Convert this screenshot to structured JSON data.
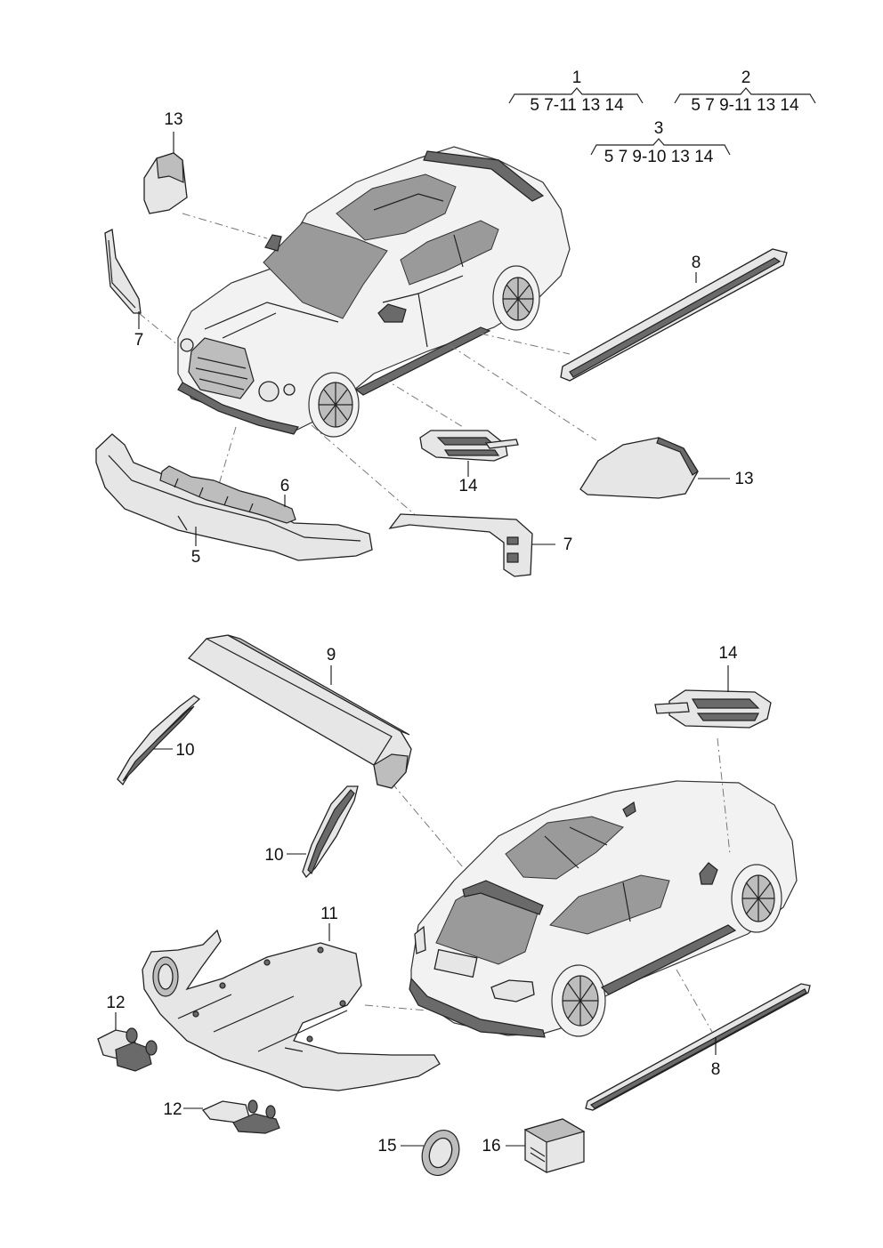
{
  "groups": [
    {
      "number": "1",
      "members": "5  7-11 13  14"
    },
    {
      "number": "2",
      "members": "5 7 9-11 13 14"
    },
    {
      "number": "3",
      "members": "5 7 9-10 13 14"
    }
  ],
  "callouts": {
    "mirror_cap_left": "13",
    "mirror_cap_right": "13",
    "a_pillar_trim_left": "7",
    "a_pillar_trim_right": "7",
    "sill_trim_upper": "8",
    "sill_trim_lower": "8",
    "front_splitter": "5",
    "splitter_bracket": "6",
    "wing_vent_front": "14",
    "wing_vent_rear": "14",
    "roof_spoiler": "9",
    "spoiler_side_left": "10",
    "spoiler_side_right": "10",
    "rear_diffuser": "11",
    "tailpipe_left": "12",
    "tailpipe_right": "12",
    "sealing_ring": "15",
    "fitting_kit": "16"
  }
}
